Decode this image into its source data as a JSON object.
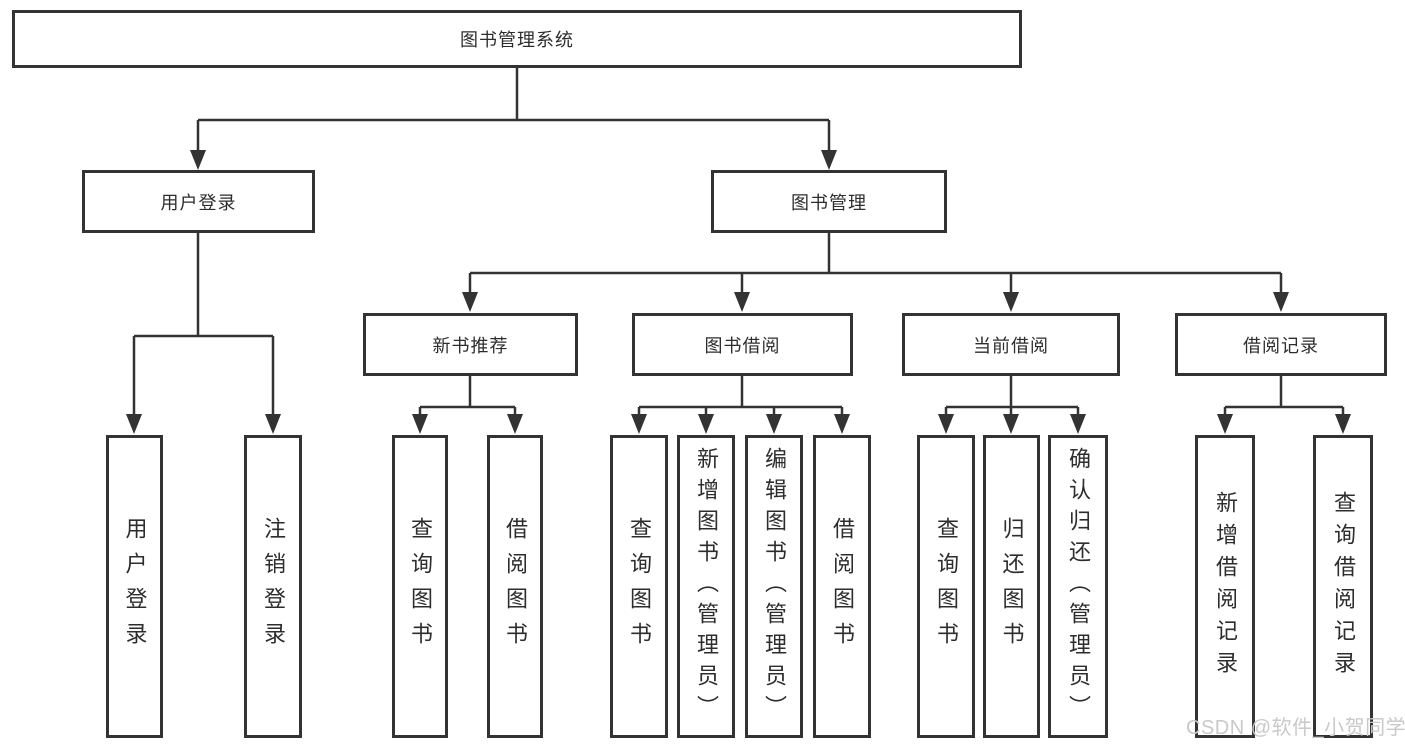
{
  "title": "图书管理系统",
  "watermark": "CSDN @软件_小贺同学",
  "colors": {
    "line": "#333333",
    "text": "#2d2d2d",
    "box_fill": "#ffffff",
    "watermark": "#c9c9c9",
    "background": "#ffffff"
  },
  "chart_type": "tree-diagram",
  "tree": {
    "root": {
      "label": "图书管理系统"
    },
    "level2": [
      {
        "id": "user-login",
        "label": "用户登录",
        "parent": "图书管理系统"
      },
      {
        "id": "book-management",
        "label": "图书管理",
        "parent": "图书管理系统"
      }
    ],
    "level3": [
      {
        "id": "new-book-recommendation",
        "label": "新书推荐",
        "parent": "图书管理"
      },
      {
        "id": "book-borrowing",
        "label": "图书借阅",
        "parent": "图书管理"
      },
      {
        "id": "current-borrowing",
        "label": "当前借阅",
        "parent": "图书管理"
      },
      {
        "id": "borrowing-records",
        "label": "借阅记录",
        "parent": "图书管理"
      }
    ],
    "leaves": [
      {
        "id": "leaf-user-login",
        "label": "用户登录",
        "parent": "用户登录"
      },
      {
        "id": "leaf-logout",
        "label": "注销登录",
        "parent": "用户登录"
      },
      {
        "id": "leaf-query-books-nbr",
        "label": "查询图书",
        "parent": "新书推荐"
      },
      {
        "id": "leaf-borrow-books-nbr",
        "label": "借阅图书",
        "parent": "新书推荐"
      },
      {
        "id": "leaf-query-books-bb",
        "label": "查询图书",
        "parent": "图书借阅"
      },
      {
        "id": "leaf-add-book-admin",
        "label": "新增图书（管理员）",
        "parent": "图书借阅"
      },
      {
        "id": "leaf-edit-book-admin",
        "label": "编辑图书（管理员）",
        "parent": "图书借阅"
      },
      {
        "id": "leaf-borrow-books-bb",
        "label": "借阅图书",
        "parent": "图书借阅"
      },
      {
        "id": "leaf-query-books-cb",
        "label": "查询图书",
        "parent": "当前借阅"
      },
      {
        "id": "leaf-return-books",
        "label": "归还图书",
        "parent": "当前借阅"
      },
      {
        "id": "leaf-confirm-return-admin",
        "label": "确认归还（管理员）",
        "parent": "当前借阅"
      },
      {
        "id": "leaf-add-borrow-record",
        "label": "新增借阅记录",
        "parent": "借阅记录"
      },
      {
        "id": "leaf-query-borrow-record",
        "label": "查询借阅记录",
        "parent": "借阅记录"
      }
    ]
  }
}
